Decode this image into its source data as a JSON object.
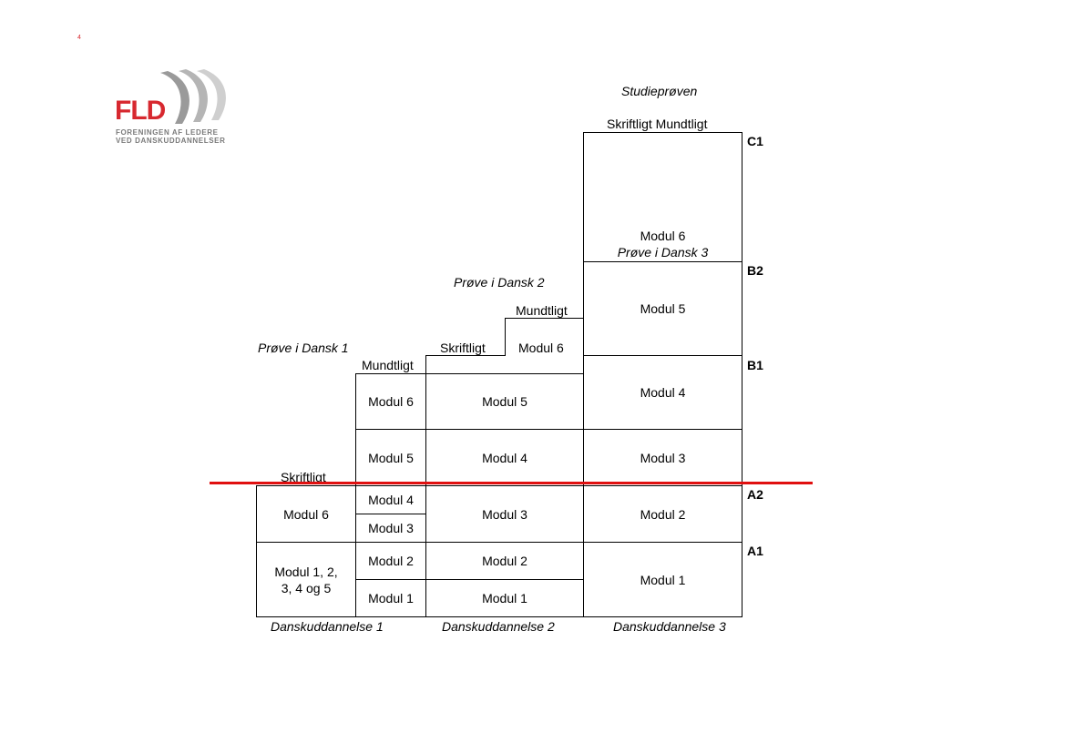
{
  "page_marker": "4",
  "logo": {
    "name": "FLD",
    "subtitle_line1": "FORENINGEN AF LEDERE",
    "subtitle_line2": "VED DANSKUDDANNELSER"
  },
  "colors": {
    "brand_red": "#d7282f",
    "divider_red": "#e01010",
    "line": "#000000"
  },
  "headings": {
    "studieproeven": "Studieprøven",
    "proeve_dansk_1": "Prøve i Dansk 1",
    "proeve_dansk_2": "Prøve i Dansk 2",
    "proeve_dansk_3": "Prøve i Dansk 3"
  },
  "exam_labels": {
    "skriftligt": "Skriftligt",
    "mundtligt": "Mundtligt",
    "skriftligt_mundtligt": "Skriftligt Mundtligt"
  },
  "levels": [
    "C1",
    "B2",
    "B1",
    "A2",
    "A1"
  ],
  "du1": {
    "label": "Danskuddannelse 1",
    "written_track": [
      "Modul 1, 2,\n3, 4 og 5",
      "Modul 6"
    ],
    "oral_track": [
      "Modul 1",
      "Modul 2",
      "Modul 3",
      "Modul 4",
      "Modul 5",
      "Modul 6"
    ]
  },
  "du2": {
    "label": "Danskuddannelse 2",
    "modules": [
      "Modul 1",
      "Modul 2",
      "Modul 3",
      "Modul 4",
      "Modul 5",
      "Modul 6"
    ]
  },
  "du3": {
    "label": "Danskuddannelse 3",
    "modules": [
      "Modul 1",
      "Modul 2",
      "Modul 3",
      "Modul 4",
      "Modul 5",
      "Modul 6"
    ]
  }
}
